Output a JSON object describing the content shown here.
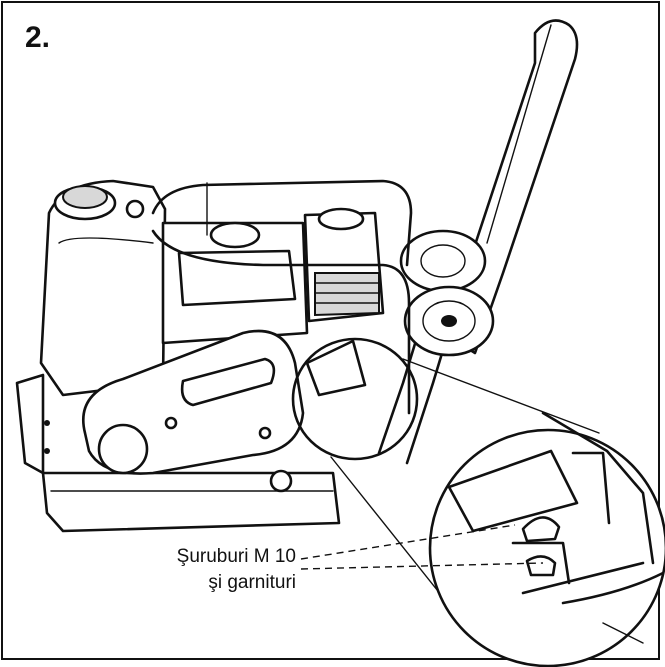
{
  "step_number": "2.",
  "callout": {
    "line1": "Şuruburi M 10",
    "line2": "şi garnituri"
  }
}
